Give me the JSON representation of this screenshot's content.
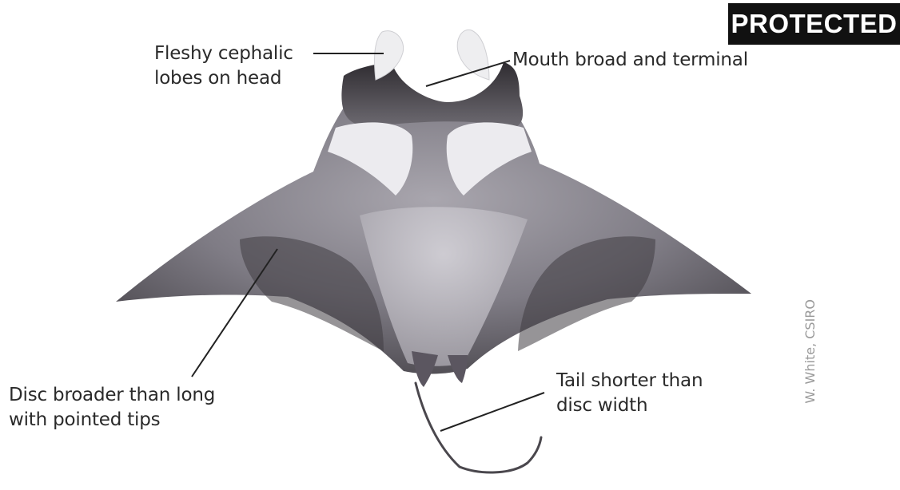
{
  "badge": {
    "text": "PROTECTED"
  },
  "labels": {
    "cephalic": [
      "Fleshy cephalic",
      "lobes on head"
    ],
    "mouth": [
      "Mouth broad and terminal"
    ],
    "disc": [
      "Disc broader than long",
      "with pointed tips"
    ],
    "tail": [
      "Tail shorter than",
      "disc width"
    ]
  },
  "credit": {
    "text": "W. White, CSIRO"
  },
  "colors": {
    "body_dark": "#3d3a40",
    "body_mid": "#8b8891",
    "body_light": "#d9d8dc",
    "belly_white": "#f1f1f3",
    "badge_bg": "#111111"
  }
}
